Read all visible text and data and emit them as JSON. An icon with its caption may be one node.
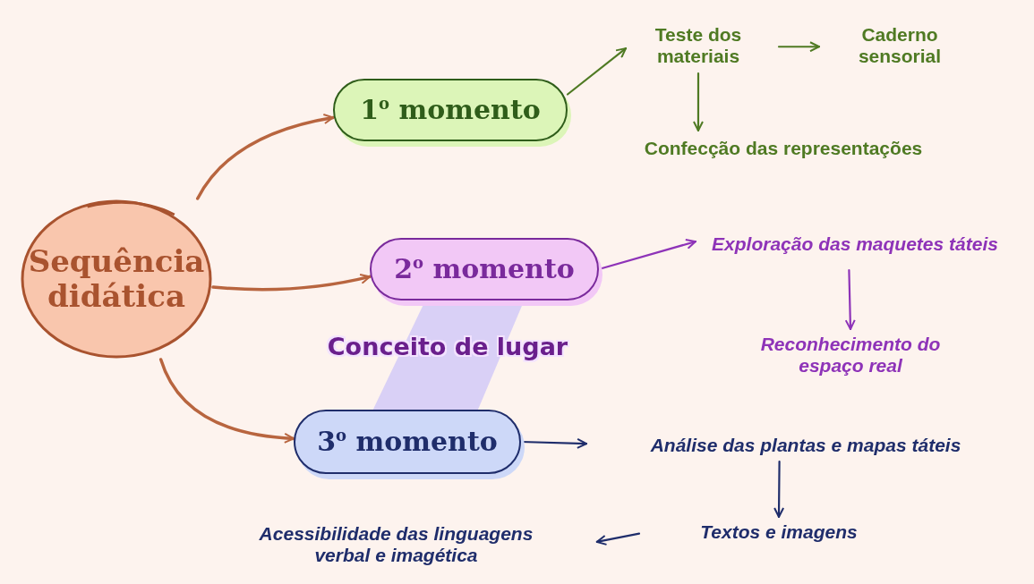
{
  "diagram": {
    "nodes": [
      {
        "text": [
          "Sequência didática"
        ]
      },
      {
        "text": [
          "1$^{o}$ momento"
        ]
      },
      {
        "text": [
          "Teste dos materiais"
        ]
      },
      {
        "text": [
          "Caderno sensorial"
        ]
      },
      {
        "text": [
          "Confecção das representações"
        ]
      },
      {
        "text": [
          "2$^{o}$ momento"
        ]
      },
      {
        "text": [
          "Exploração das maquetes táteis"
        ]
      },
      {
        "text": [
          "Reconhecimento do espaço real"
        ]
      },
      {
        "text": [
          "3$^{o}$ momento"
        ]
      },
      {
        "text": [
          "Análise das plantas e mapas táteis"
        ]
      },
      {
        "text": [
          "Textos e imagens"
        ]
      },
      {
        "text": [
          "Acessibilidade das linguagens verbal e imagética"
        ]
      }
    ],
    "edges": [
      {
        "from": 0,
        "to": 1,
        "arrow": "to",
        "color": "#b8653f"
      },
      {
        "from": 0,
        "to": 5,
        "arrow": "to",
        "color": "#b8653f"
      },
      {
        "from": 0,
        "to": 8,
        "arrow": "to",
        "color": "#b8653f"
      },
      {
        "from": 1,
        "to": 2,
        "arrow": "to",
        "color": "#4f7a23"
      },
      {
        "from": 2,
        "to": 3,
        "arrow": "to",
        "color": "#4f7a23"
      },
      {
        "from": 2,
        "to": 4,
        "arrow": "to",
        "color": "#4f7a23"
      },
      {
        "from": 5,
        "to": 6,
        "arrow": "to",
        "color": "#8e33b8"
      },
      {
        "from": 6,
        "to": 7,
        "arrow": "to",
        "color": "#8e33b8"
      },
      {
        "from": 8,
        "to": 9,
        "arrow": "to",
        "color": "#1f2d6b"
      },
      {
        "from": 9,
        "to": 10,
        "arrow": "to",
        "color": "#1f2d6b"
      },
      {
        "from": 10,
        "to": 11,
        "arrow": "to",
        "color": "#1f2d6b"
      }
    ],
    "labels": [
      "Conceito de lugar"
    ]
  }
}
